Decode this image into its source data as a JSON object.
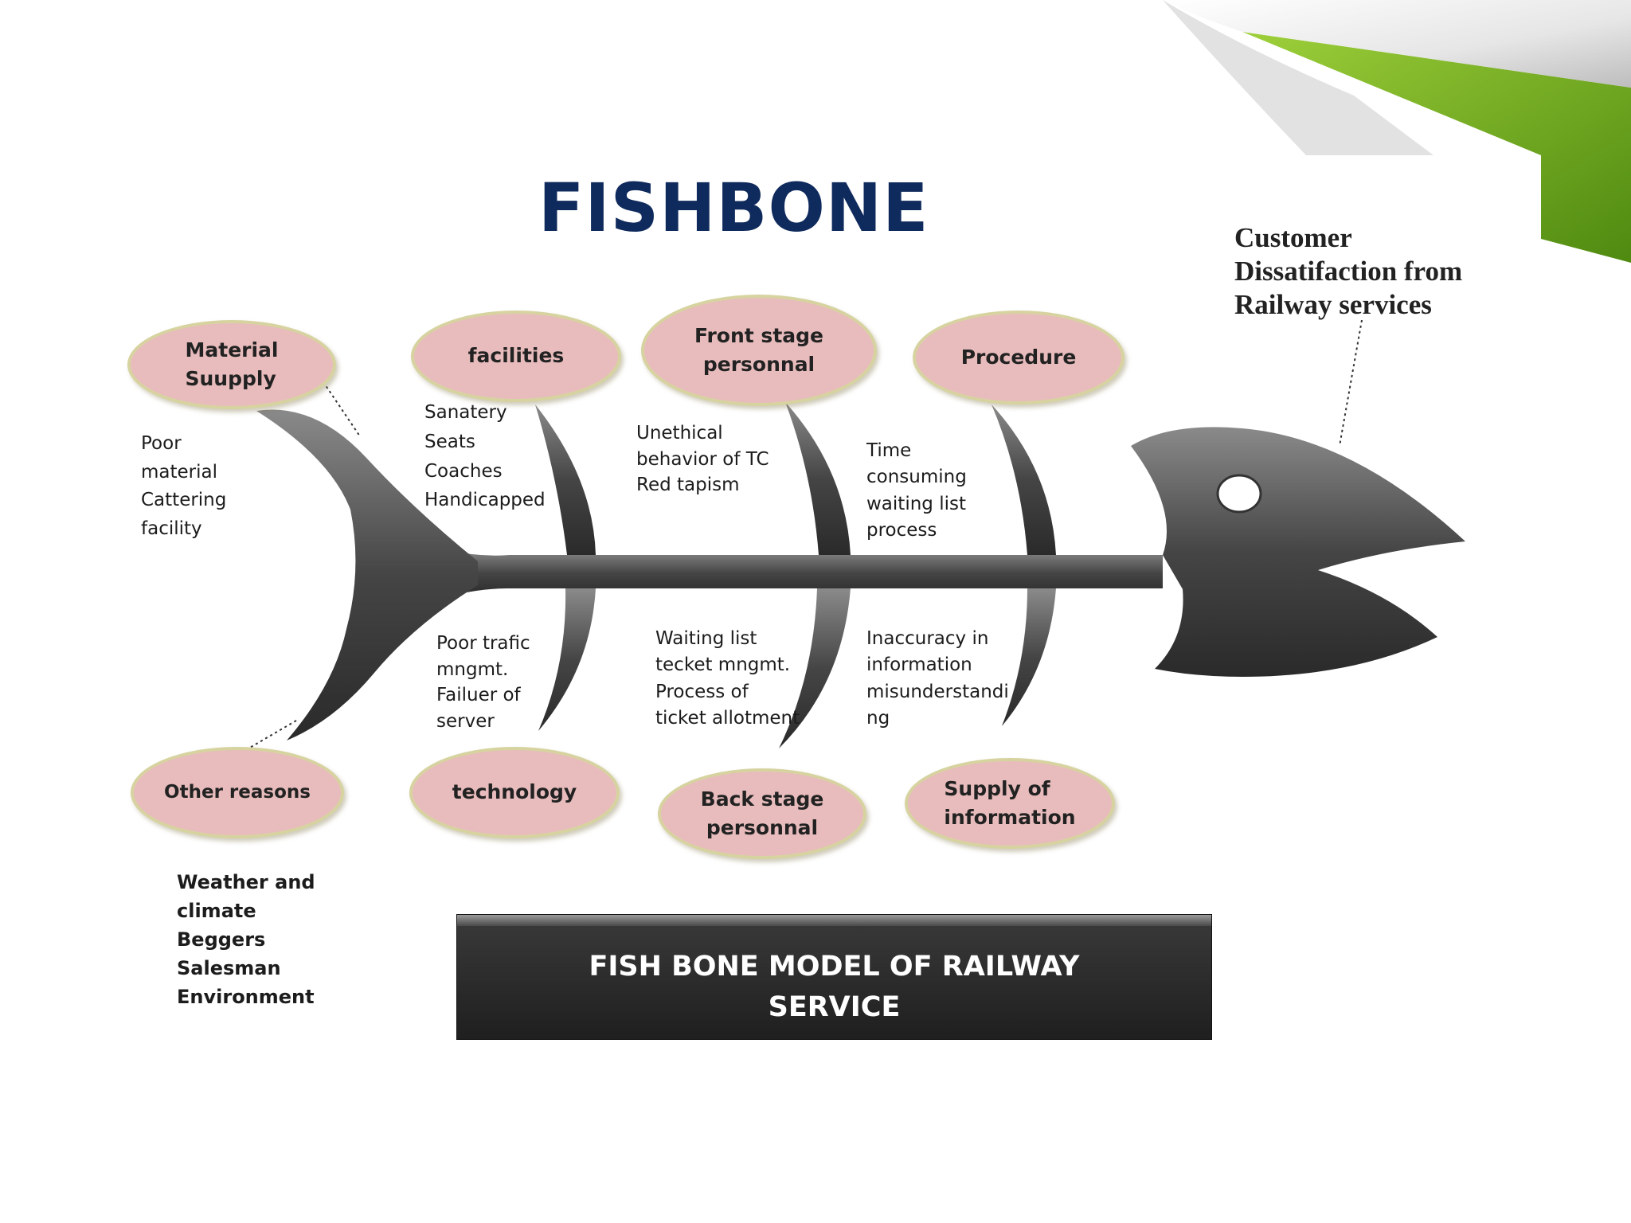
{
  "title": "FISHBONE",
  "effect": "Customer\nDissatifaction from\nRailway services",
  "categories": {
    "material_supply": "Material\nSuupply",
    "facilities": "facilities",
    "front_stage": "Front stage\npersonnal",
    "procedure": "Procedure",
    "other_reasons": "Other reasons",
    "technology": "technology",
    "back_stage": "Back stage\npersonnal",
    "supply_info": "Supply of\ninformation"
  },
  "causes": {
    "material_supply": "Poor\nmaterial\nCattering\n facility",
    "facilities": "Sanatery\nSeats\nCoaches\nHandicapped",
    "front_stage": "Unethical\nbehavior of TC\nRed  tapism",
    "procedure": "Time\nconsuming\n waiting list\nprocess",
    "other_reasons": "Weather and\nclimate\n Beggers\nSalesman\nEnvironment",
    "technology": "Poor trafic\nmngmt.\nFailuer of\nserver",
    "back_stage": "Waiting list\ntecket mngmt.\nProcess of\nticket allotment",
    "supply_info": "Inaccuracy in\ninformation\nmisunderstandi\nng"
  },
  "caption": "FISH BONE MODEL OF RAILWAY\nSERVICE",
  "colors": {
    "title": "#0f2a5c",
    "fish": "#4a4a4a",
    "ellipse_fill": "#e8bcbc",
    "ellipse_border": "#d7d3a0",
    "accent_green": "#6aa51a"
  },
  "icons": {
    "corner": "page-curl-corner-icon"
  }
}
